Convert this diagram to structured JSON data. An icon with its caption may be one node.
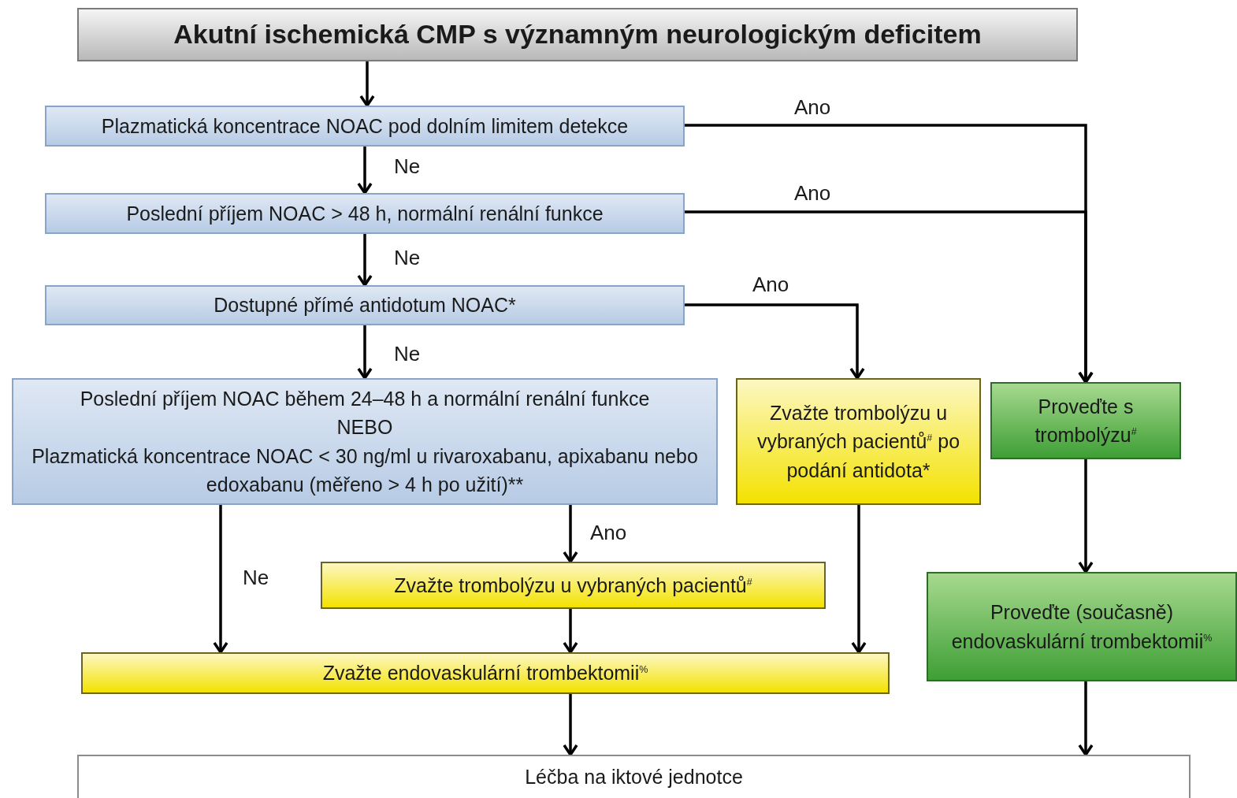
{
  "diagram": {
    "nodes": [
      {
        "text": [
          "Akutní ischemická CMP s významným neurologickým deficitem"
        ]
      },
      {
        "text": [
          "Plazmatická koncentrace NOAC pod dolním limitem detekce"
        ]
      },
      {
        "text": [
          "Poslední příjem NOAC > 48 h, normální renální funkce"
        ]
      },
      {
        "text": [
          "Dostupné přímé antidotum NOAC*"
        ]
      },
      {
        "text": [
          "Poslední příjem NOAC během 24–48 h a normální renální funkce",
          "NEBO",
          "Plazmatická koncentrace NOAC < 30 ng/ml u rivaroxabanu, apixabanu nebo edoxabanu (měřeno > 4 h po užití)**"
        ]
      },
      {
        "text": [
          "Zvažte trombolýzu u vybraných pacientů$^{#}$ po podání antidota*"
        ]
      },
      {
        "text": [
          "Proveďte s trombolýzu$^{#}$"
        ]
      },
      {
        "text": [
          "Zvažte trombolýzu u vybraných pacientů$^{#}$"
        ]
      },
      {
        "text": [
          "Zvažte endovaskulární trombektomii$^{%}$"
        ]
      },
      {
        "text": [
          "Proveďte (současně) endovaskulární trombektomii$^{%}$"
        ]
      },
      {
        "text": [
          "Léčba na iktové jednotce"
        ]
      }
    ],
    "edges": [
      {
        "from": 0,
        "to": 1,
        "arrow": "to"
      },
      {
        "from": 1,
        "to": 2,
        "arrow": "to",
        "label": "Ne"
      },
      {
        "from": 2,
        "to": 3,
        "arrow": "to",
        "label": "Ne"
      },
      {
        "from": 3,
        "to": 4,
        "arrow": "to",
        "label": "Ne"
      },
      {
        "from": 1,
        "to": 6,
        "arrow": "to",
        "label": "Ano"
      },
      {
        "from": 2,
        "to": 6,
        "arrow": "to",
        "label": "Ano"
      },
      {
        "from": 3,
        "to": 5,
        "arrow": "to",
        "label": "Ano"
      },
      {
        "from": 4,
        "to": 7,
        "arrow": "to",
        "label": "Ano"
      },
      {
        "from": 4,
        "to": 8,
        "arrow": "to",
        "label": "Ne"
      },
      {
        "from": 7,
        "to": 8,
        "arrow": "to"
      },
      {
        "from": 5,
        "to": 8,
        "arrow": "to"
      },
      {
        "from": 6,
        "to": 9,
        "arrow": "to"
      },
      {
        "from": 8,
        "to": 10,
        "arrow": "to"
      },
      {
        "from": 9,
        "to": 10,
        "arrow": "to"
      }
    ]
  }
}
